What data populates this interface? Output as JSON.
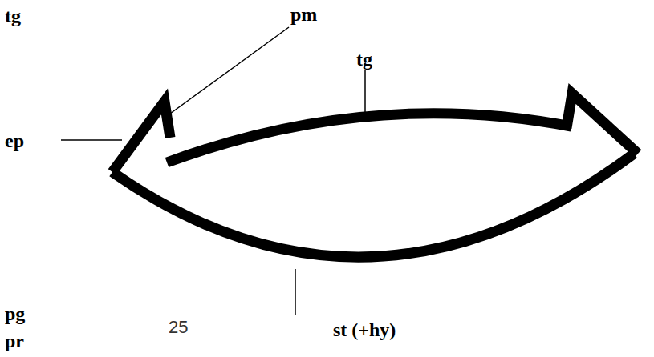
{
  "diagram": {
    "labels": [
      "tg",
      "pm",
      "tg",
      "ep",
      "pg",
      "pr",
      "25",
      "st (+hy)"
    ]
  }
}
